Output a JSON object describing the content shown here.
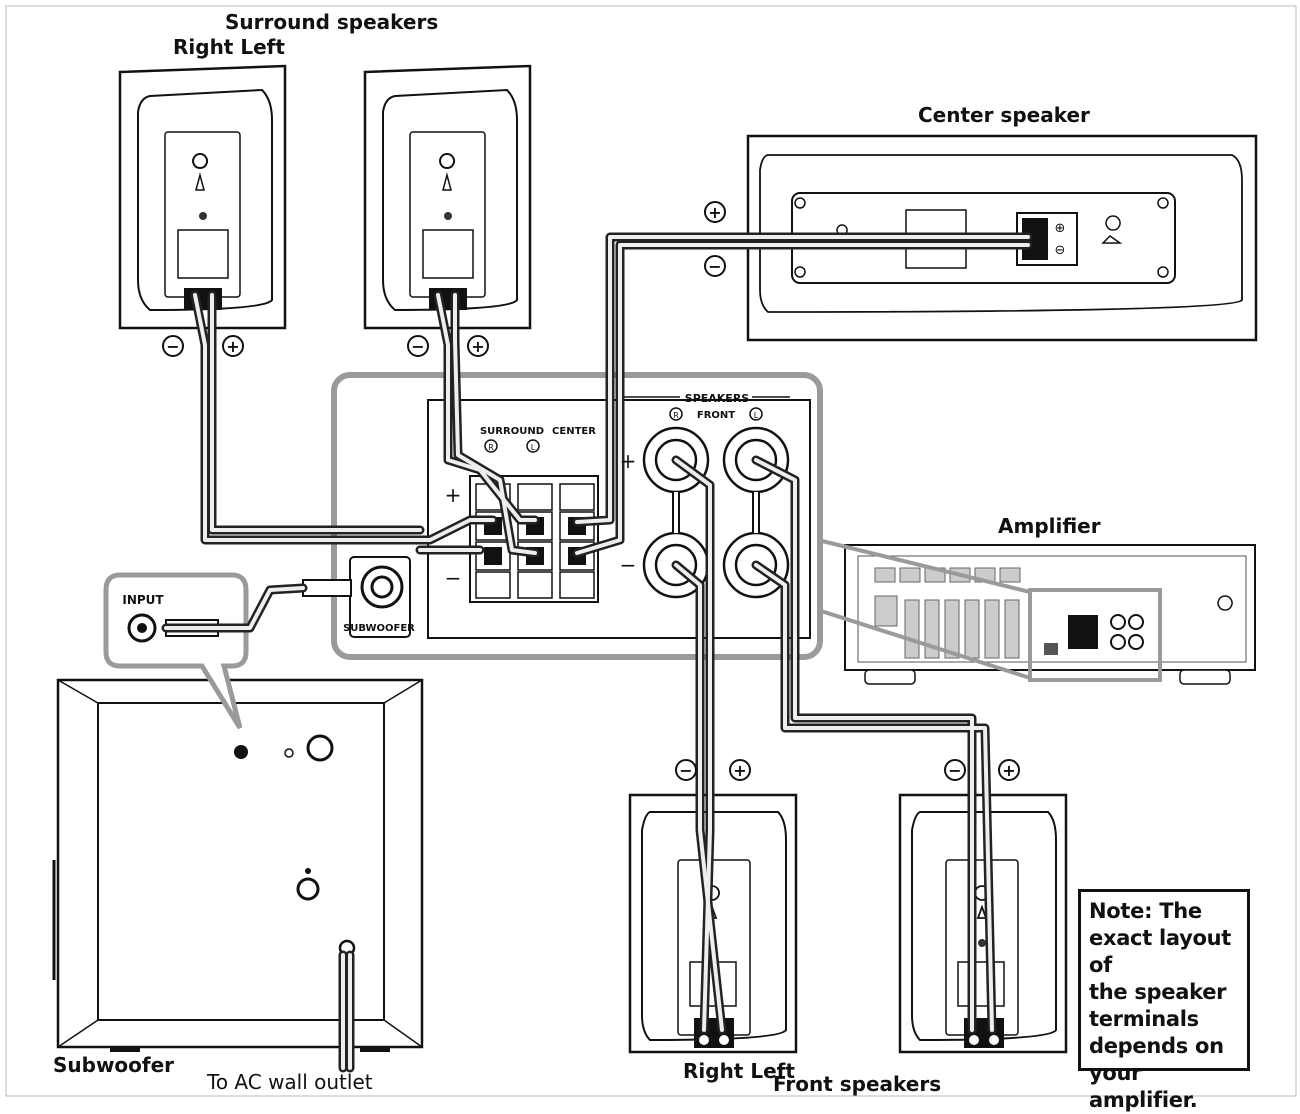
{
  "labels": {
    "surround_speakers": "Surround speakers",
    "surround_right_left": "Right Left",
    "center_speaker": "Center speaker",
    "amplifier": "Amplifier",
    "subwoofer": "Subwoofer",
    "ac_outlet": "To AC wall outlet",
    "front_right_left": "Right Left",
    "front_speakers": "Front speakers"
  },
  "panel": {
    "speakers": "SPEAKERS",
    "front": "FRONT",
    "surround": "SURROUND",
    "center": "CENTER",
    "subwoofer_jack": "SUBWOOFER",
    "input": "INPUT",
    "ch_r": "R",
    "ch_l": "L",
    "plus": "+",
    "minus": "−"
  },
  "note": "Note: The\nexact layout of\nthe speaker\nterminals\ndepends on\nyour amplifier.",
  "colors": {
    "line": "#111111",
    "highlight": "#9a9a9a",
    "panel_fill": "#ffffff"
  }
}
